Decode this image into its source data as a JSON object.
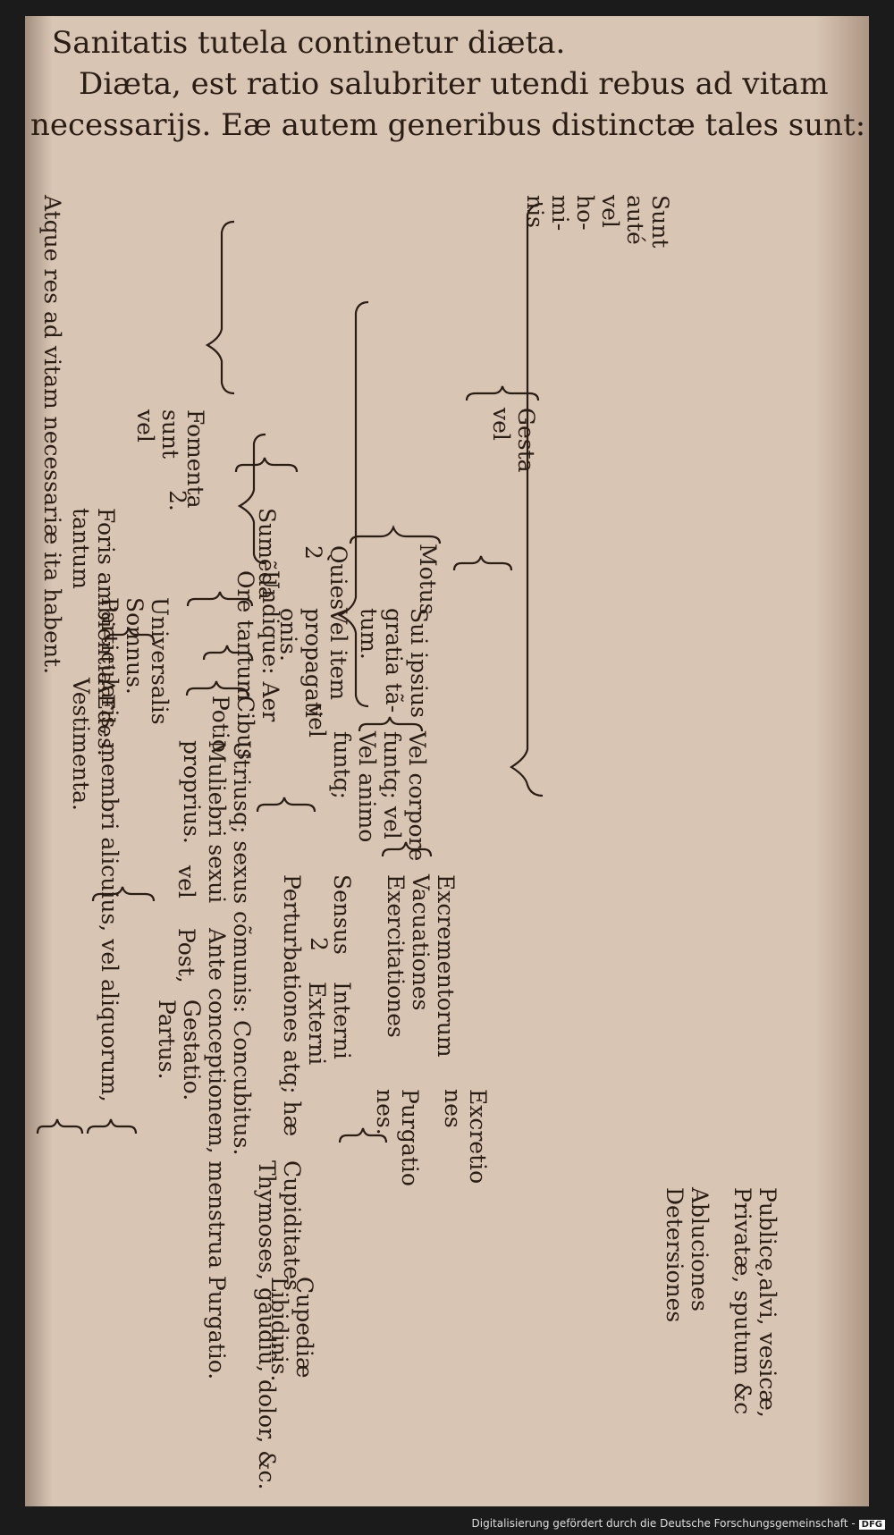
{
  "header": {
    "line1": "Sanitatis tutela continetur diæta.",
    "line2": "Diæta, est ratio salubriter utendi rebus ad vitam",
    "line3": "necessarijs. Eæ autem generibus distinctæ tales sunt:"
  },
  "rotated_outline": {
    "left_margin": [
      "Sunt",
      "auté",
      "vel",
      "ho-",
      "mi-",
      "nis"
    ],
    "gesta_vel": [
      "Gesta",
      "vel"
    ],
    "fomenta": [
      "Fomenta",
      "sunt",
      "vel"
    ],
    "fomenta_mark": "2.",
    "motus": "Motus",
    "quies": "Quies",
    "quies_mark": "2",
    "sui_ipsius": [
      "Sui ipsius",
      "gratia tã-",
      "tum."
    ],
    "vel_item": [
      "Vel item",
      "propagati",
      "onis."
    ],
    "vel_corpore": "Vel corpore",
    "funtq_vel": "funtq; vel",
    "vel_animo": "Vel animo",
    "funtq": "funtq;",
    "excrementorum": "Excrementorum",
    "nes": "nes",
    "vacuationes": "Vacuationes",
    "exercitationes": "Exercitationes",
    "excretio": "Excretio",
    "publicae": "Publicę,alvi, vesicæ,",
    "privatae": "Privatæ, sputum &c",
    "purgatio": "Purgatio",
    "purgatio_nes": "nes.",
    "abluciones": "Abluciones",
    "detersiones": "Detersiones",
    "sensus": "Sensus",
    "sensus_mark": "2",
    "interni": "Interni",
    "externi": "Externi",
    "perturbationes": "Perturbationes atq; hæ",
    "cupiditates": "Cupiditates",
    "cupediae": "Cupediæ",
    "libidinis": "Libidinis.",
    "thymoses": "Thymoses, gaudiũ, dolor, &c.",
    "vel_label": "vel",
    "utriusq": "Utriusq; sexus cõmunis: Concubitus.",
    "muliebri": "Muliebri sexui",
    "proprius": "proprius.",
    "ante": "Ante conceptionem, menstrua Purgatio.",
    "post_vel": "vel",
    "post": "Post,",
    "gestatio": "Gestatio.",
    "partus": "Partus.",
    "universalis": "Universalis",
    "somnus": "Somnus.",
    "particularis": "Particularis, membri alicuius, vel aliquorum,",
    "sumeda": "Sumẽda",
    "undique": "Undique: Aer",
    "ore_tantum": "Ore tantum",
    "cibus": "Cibus",
    "potio": "Potio",
    "foris": "Foris ambientia",
    "tantum": "tantum",
    "aedes": "AEdes.",
    "vestimenta": "Vestimenta.",
    "atque": "Atque res ad vitam necessariæ ita habent."
  },
  "footer": {
    "text": "Digitalisierung gefördert durch die Deutsche Forschungsgemeinschaft -",
    "logo": "DFG"
  }
}
